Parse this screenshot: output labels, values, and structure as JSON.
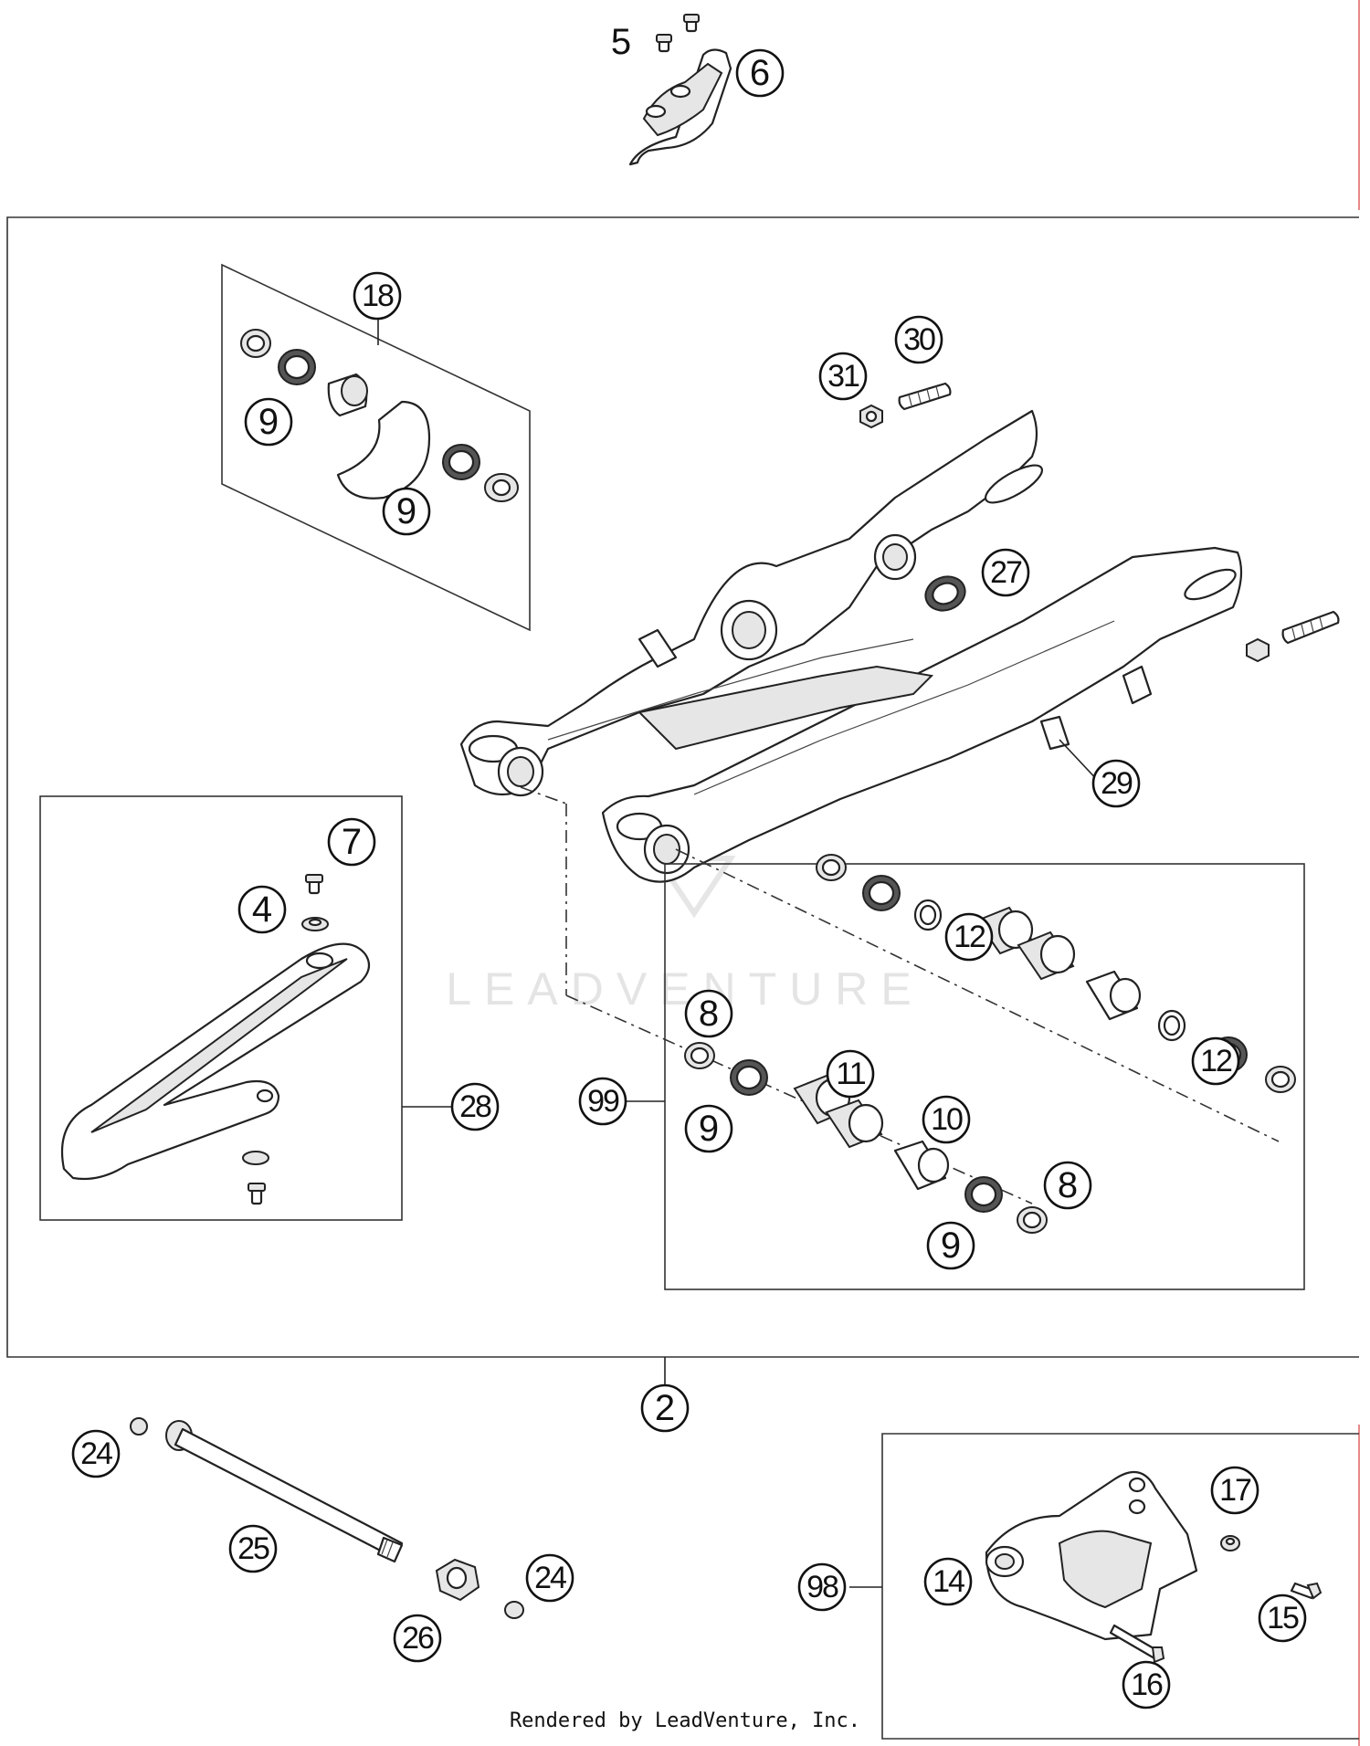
{
  "callouts": {
    "c5": "5",
    "c6": "6",
    "c18": "18",
    "c9a": "9",
    "c9b": "9",
    "c31": "31",
    "c30": "30",
    "c27": "27",
    "c29": "29",
    "c7": "7",
    "c4": "4",
    "c28": "28",
    "c12a": "12",
    "c8a": "8",
    "c11": "11",
    "c10": "10",
    "c12b": "12",
    "c99": "99",
    "c9c": "9",
    "c8b": "8",
    "c9d": "9",
    "c2": "2",
    "c24a": "24",
    "c25": "25",
    "c24b": "24",
    "c26": "26",
    "c98": "98",
    "c14": "14",
    "c17": "17",
    "c15": "15",
    "c16": "16"
  },
  "watermark": "LEADVENTURE",
  "footer": "Rendered by LeadVenture, Inc."
}
